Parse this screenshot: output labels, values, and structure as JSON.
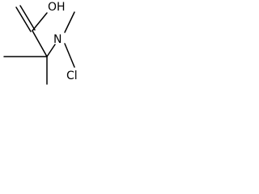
{
  "molecule": {
    "atoms": {
      "oh": "OH",
      "n": "N",
      "cl": "Cl"
    },
    "colors": {
      "background": "#ffffff",
      "bond": "#000000",
      "text": "#000000"
    }
  }
}
